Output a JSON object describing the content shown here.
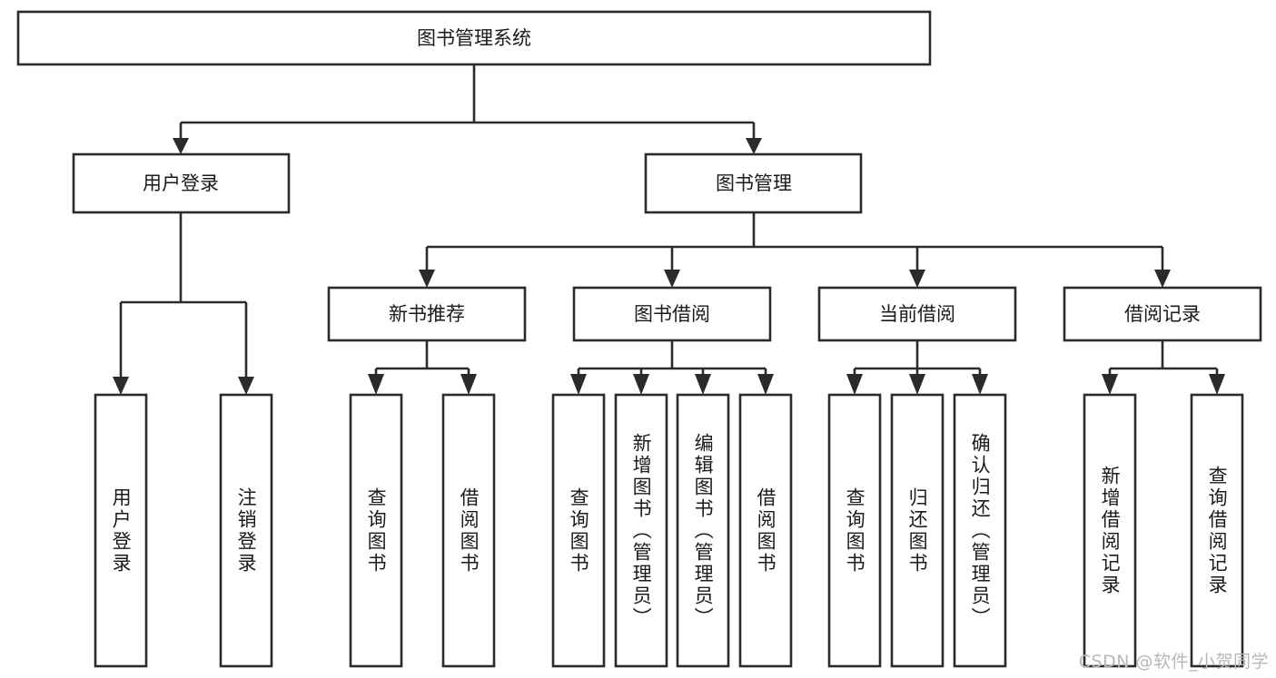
{
  "diagram": {
    "type": "tree",
    "title": "图书管理系统",
    "orientation": "top-down",
    "background_color": "#ffffff",
    "line_color": "#2b2b2b",
    "text_color": "#1a1a1a",
    "root": {
      "id": "root",
      "label": "图书管理系统"
    },
    "level2": [
      {
        "id": "user-login",
        "label": "用户登录"
      },
      {
        "id": "book-manage",
        "label": "图书管理"
      }
    ],
    "level3": [
      {
        "id": "new-book-recommend",
        "label": "新书推荐",
        "parent": "book-manage"
      },
      {
        "id": "book-borrow",
        "label": "图书借阅",
        "parent": "book-manage"
      },
      {
        "id": "current-borrow",
        "label": "当前借阅",
        "parent": "book-manage"
      },
      {
        "id": "borrow-record",
        "label": "借阅记录",
        "parent": "book-manage"
      }
    ],
    "leaves": [
      {
        "id": "leaf-user-login",
        "label": "用户登录",
        "parent": "user-login"
      },
      {
        "id": "leaf-logout-login",
        "label": "注销登录",
        "parent": "user-login"
      },
      {
        "id": "leaf-query-book-1",
        "label": "查询图书",
        "parent": "new-book-recommend"
      },
      {
        "id": "leaf-borrow-book-1",
        "label": "借阅图书",
        "parent": "new-book-recommend"
      },
      {
        "id": "leaf-query-book-2",
        "label": "查询图书",
        "parent": "book-borrow"
      },
      {
        "id": "leaf-add-book",
        "label": "新增图书（管理员）",
        "parent": "book-borrow"
      },
      {
        "id": "leaf-edit-book",
        "label": "编辑图书（管理员）",
        "parent": "book-borrow"
      },
      {
        "id": "leaf-borrow-book-2",
        "label": "借阅图书",
        "parent": "book-borrow"
      },
      {
        "id": "leaf-query-book-3",
        "label": "查询图书",
        "parent": "current-borrow"
      },
      {
        "id": "leaf-return-book",
        "label": "归还图书",
        "parent": "current-borrow"
      },
      {
        "id": "leaf-confirm-return",
        "label": "确认归还（管理员）",
        "parent": "current-borrow"
      },
      {
        "id": "leaf-add-record",
        "label": "新增借阅记录",
        "parent": "borrow-record"
      },
      {
        "id": "leaf-query-record",
        "label": "查询借阅记录",
        "parent": "borrow-record"
      }
    ]
  },
  "watermark": {
    "text": "CSDN @软件_小贺同学"
  }
}
